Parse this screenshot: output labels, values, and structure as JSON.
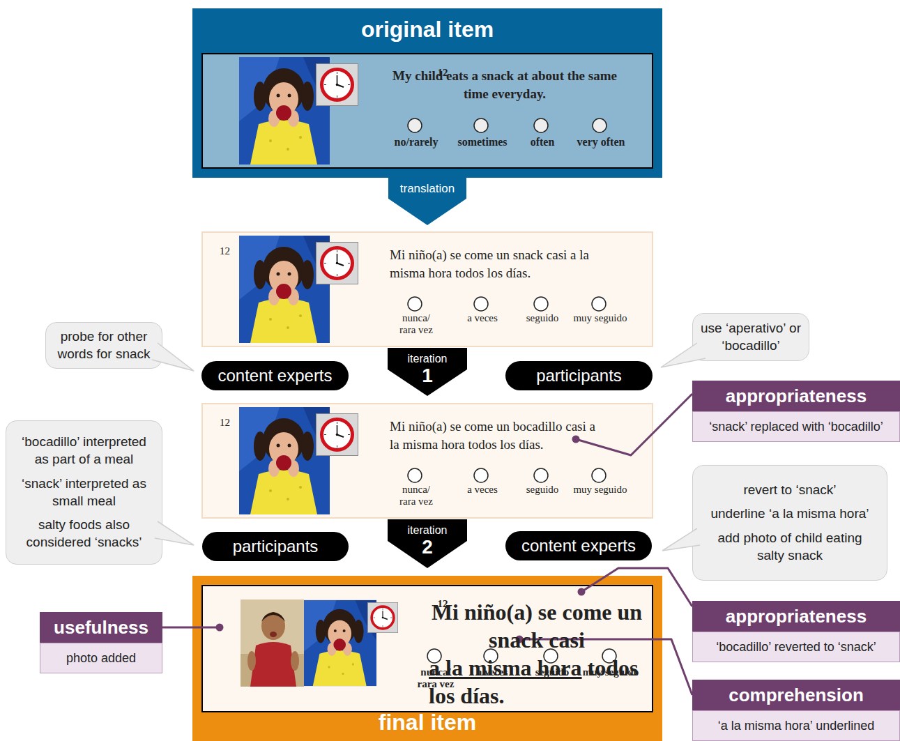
{
  "diagram": {
    "nodes": [
      {
        "text": [
          "original item"
        ]
      },
      {
        "text": [
          "12",
          "My child eats a snack at about the same time everyday.",
          "no/rarely",
          "sometimes",
          "often",
          "very often"
        ],
        "in": 0
      },
      {
        "text": [
          "translation"
        ]
      },
      {
        "text": [
          "12",
          "Mi niño(a) se come un snack casi a la misma hora todos los días.",
          "nunca/ rara vez",
          "a veces",
          "seguido",
          "muy seguido"
        ]
      },
      {
        "text": [
          "probe for other words for snack"
        ]
      },
      {
        "text": [
          "content experts"
        ]
      },
      {
        "text": [
          "iteration",
          "1"
        ]
      },
      {
        "text": [
          "participants"
        ]
      },
      {
        "text": [
          "use ‘aperativo’ or ‘bocadillo’"
        ]
      },
      {
        "text": [
          "12",
          "Mi niño(a) se come un bocadillo casi a la misma hora todos los días.",
          "nunca/ rara vez",
          "a veces",
          "seguido",
          "muy seguido"
        ]
      },
      {
        "text": [
          "appropriateness",
          "‘snack’ replaced with ‘bocadillo’"
        ]
      },
      {
        "text": [
          "‘bocadillo’ interpreted as part of a meal",
          "‘snack’ interpreted as small meal",
          "salty foods also considered ‘snacks’"
        ]
      },
      {
        "text": [
          "participants"
        ]
      },
      {
        "text": [
          "iteration",
          "2"
        ]
      },
      {
        "text": [
          "content experts"
        ]
      },
      {
        "text": [
          "revert to ‘snack’",
          "underline ‘a la misma hora’",
          "add photo of child eating salty snack"
        ]
      },
      {
        "text": [
          "final item"
        ]
      },
      {
        "text": [
          "12",
          "Mi niño(a) se come un snack casi",
          "a la misma hora",
          "todos los días.",
          "nunca/ rara vez",
          "a veces",
          "seguido",
          "muy seguido"
        ],
        "in": 16
      },
      {
        "text": [
          "usefulness",
          "photo added"
        ]
      },
      {
        "text": [
          "appropriateness",
          "‘bocadillo’ reverted to ‘snack’"
        ]
      },
      {
        "text": [
          "comprehension",
          "‘a la misma hora’ underlined"
        ]
      }
    ],
    "edges": [
      {
        "from": 10,
        "to": 9,
        "arrow": "none"
      },
      {
        "from": 18,
        "to": 17,
        "arrow": "none"
      },
      {
        "from": 19,
        "to": 17,
        "arrow": "none"
      },
      {
        "from": 20,
        "to": 17,
        "arrow": "none"
      }
    ]
  }
}
